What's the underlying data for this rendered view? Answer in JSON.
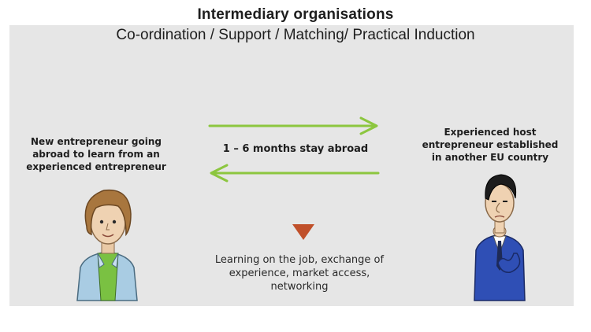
{
  "header": {
    "title": "Intermediary organisations",
    "subtitle": "Co-ordination / Support / Matching/ Practical Induction"
  },
  "left": {
    "label": "New entrepreneur going abroad to learn from an experienced entrepreneur",
    "illustration": "young-entrepreneur-illustration"
  },
  "right": {
    "label": "Experienced host entrepreneur established in another EU country",
    "illustration": "host-entrepreneur-illustration"
  },
  "middle": {
    "stay": "1 – 6 months stay abroad"
  },
  "outcome": {
    "text": "Learning on the job, exchange of experience, market access, networking"
  },
  "colors": {
    "arrow": "#8cc63f",
    "down_marker": "#c0502a",
    "panel": "#e6e6e6"
  }
}
